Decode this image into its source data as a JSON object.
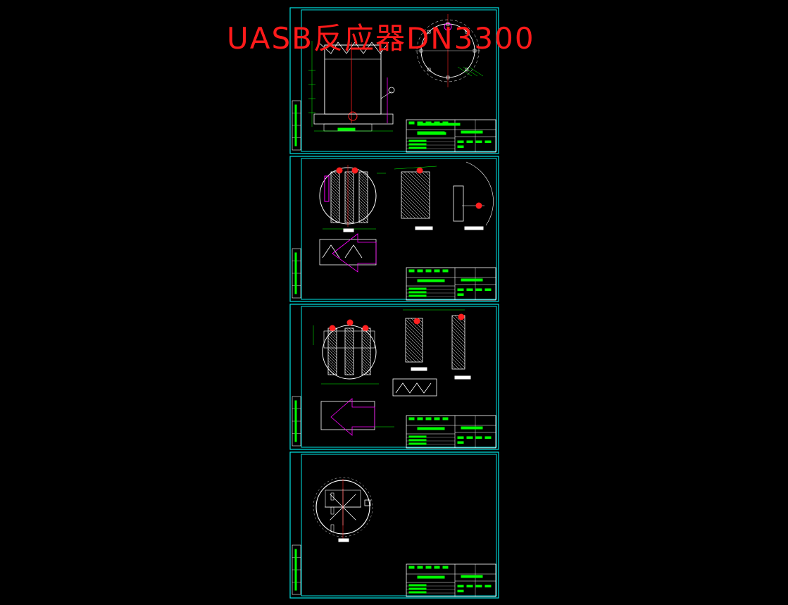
{
  "drawing": {
    "title": "UASB反应器DN3300",
    "colors": {
      "background": "#000000",
      "frame": "#00e5e5",
      "geometry": "#ffffff",
      "annotation": "#00ff00",
      "highlight": "#ff2020",
      "accent": "#ff00ff",
      "title": "#ff1a1a"
    },
    "sheets": [
      {
        "view": "tank-elevation-and-plan"
      },
      {
        "view": "three-phase-separator-detail-1"
      },
      {
        "view": "three-phase-separator-detail-2"
      },
      {
        "view": "distributor-plan"
      }
    ]
  }
}
